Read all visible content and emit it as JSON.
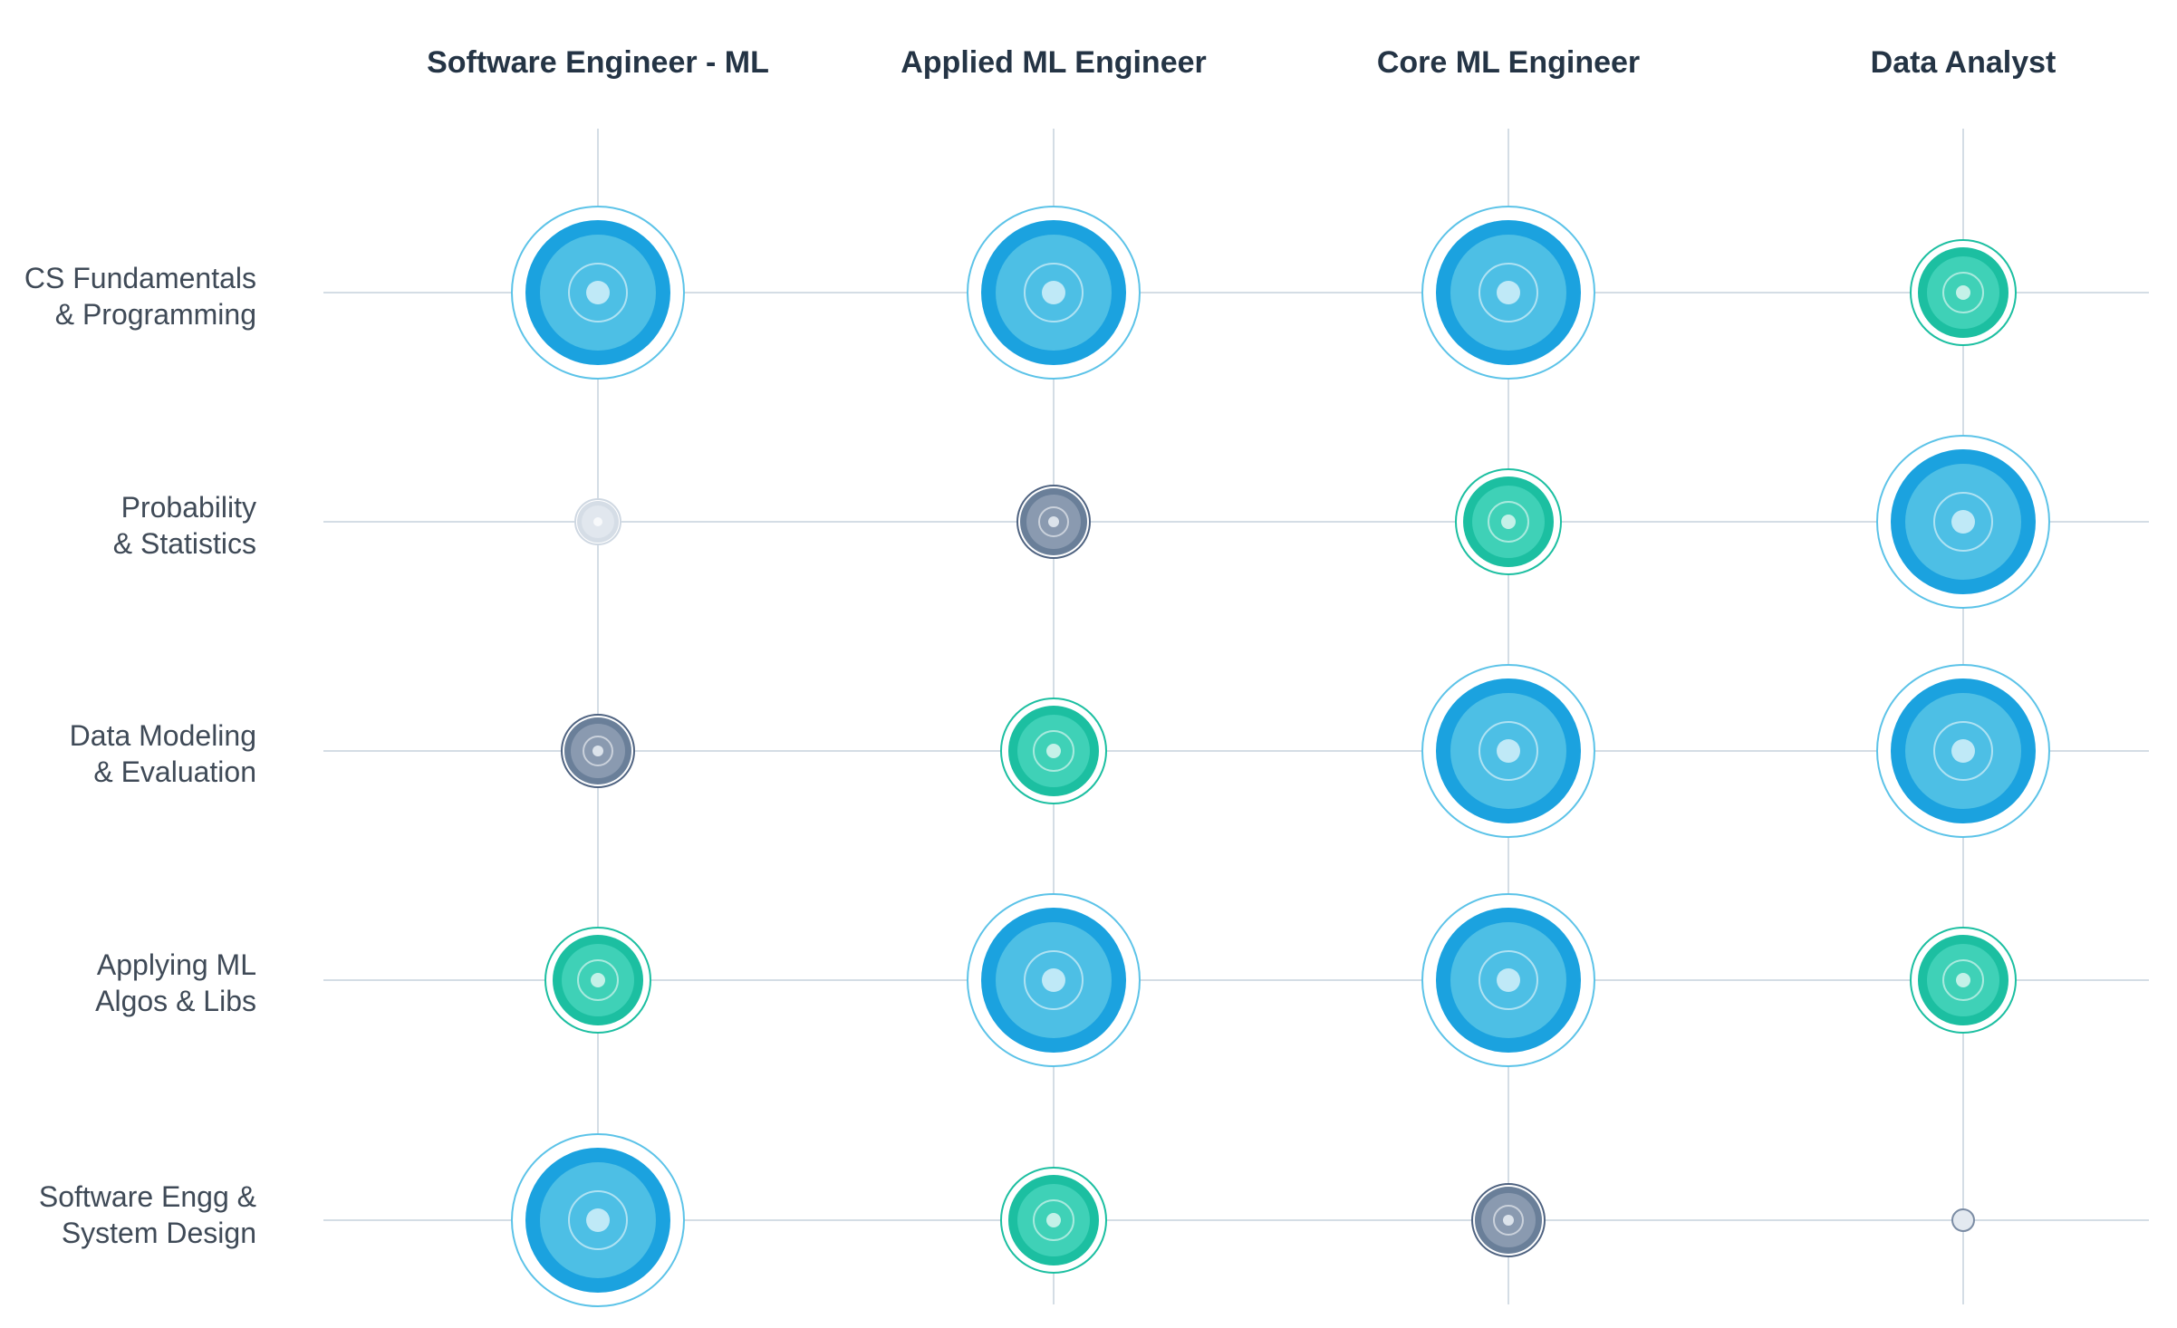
{
  "columns": [
    {
      "title": "Software Engineer  - ML"
    },
    {
      "title": "Applied ML Engineer"
    },
    {
      "title": "Core ML Engineer"
    },
    {
      "title": "Data Analyst"
    }
  ],
  "rows": [
    {
      "label_lines": [
        "CS Fundamentals",
        "& Programming"
      ]
    },
    {
      "label_lines": [
        "Probability",
        "& Statistics"
      ]
    },
    {
      "label_lines": [
        "Data Modeling",
        "& Evaluation"
      ]
    },
    {
      "label_lines": [
        "Applying ML",
        "Algos & Libs"
      ]
    },
    {
      "label_lines": [
        "Software Engg &",
        "System Design"
      ]
    }
  ],
  "levels": {
    "high": {
      "outer": "#1ba2df",
      "inner": "#4dbfe5",
      "dot": "#bfe9f7",
      "halo": "#5cc3e8"
    },
    "medium": {
      "outer": "#1cbfa1",
      "inner": "#3fd1b7",
      "dot": "#c4f1e8",
      "halo": "#1cbfa1"
    },
    "low": {
      "outer": "#6a7f99",
      "inner": "#8a9ab0",
      "dot": "#dce3eb",
      "halo": "#4f6381"
    },
    "minimal": {
      "outer": "#d5dde6",
      "inner": "#e1e7ee",
      "dot": "#f7f9fb",
      "halo": "#cfd8e2"
    },
    "none": {
      "outer": "#e3e9f0",
      "inner": "#e3e9f0",
      "dot": "#e3e9f0",
      "halo": "#7b8ca4"
    }
  },
  "grid": [
    [
      "high",
      "high",
      "high",
      "medium"
    ],
    [
      "minimal",
      "low",
      "medium",
      "high"
    ],
    [
      "low",
      "medium",
      "high",
      "high"
    ],
    [
      "medium",
      "high",
      "high",
      "medium"
    ],
    [
      "high",
      "medium",
      "low",
      "none"
    ]
  ],
  "colors": {
    "grid_line": "#d4dde5",
    "title": "#243445",
    "label": "#3f4a57"
  }
}
